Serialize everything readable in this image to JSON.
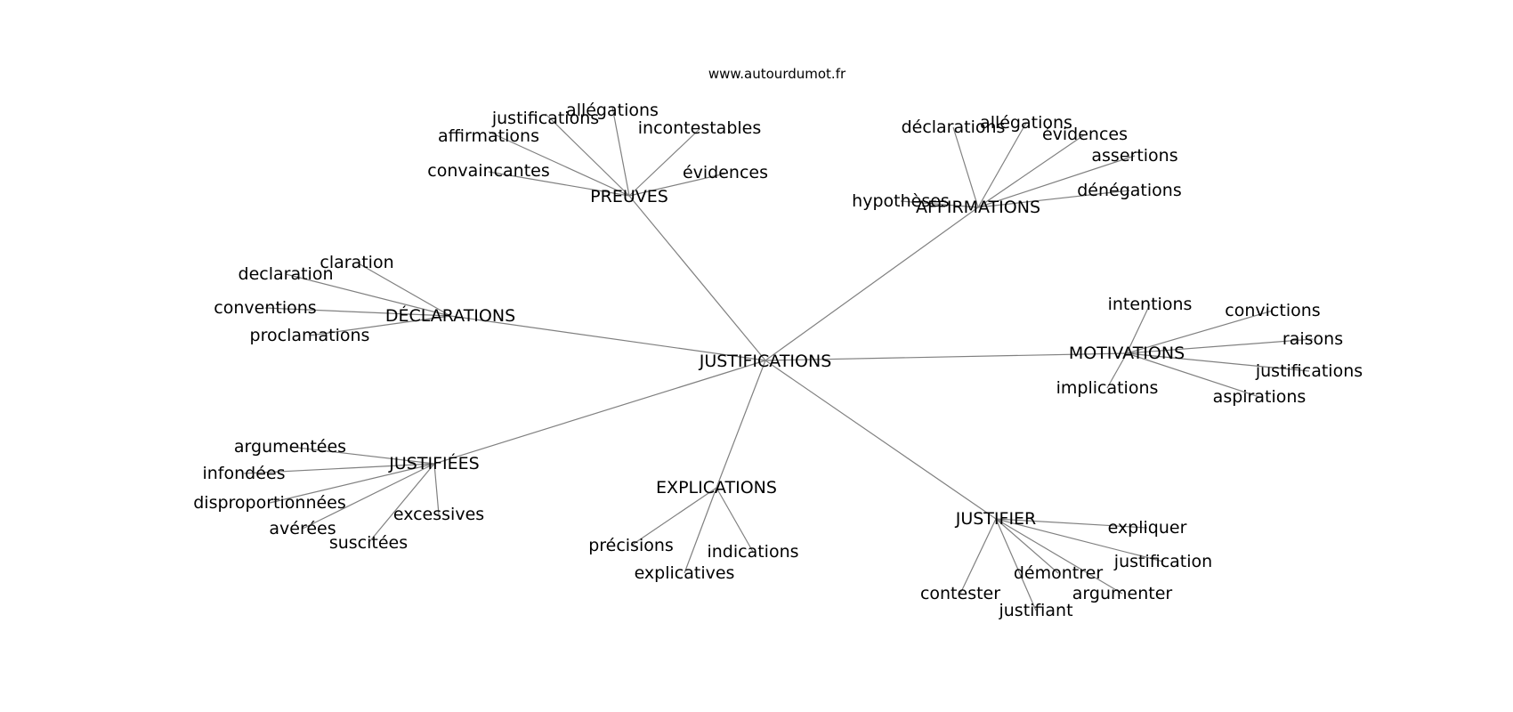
{
  "source": "www.autourdumot.fr",
  "center": "JUSTIFICATIONS",
  "clusters": [
    {
      "id": "preuves",
      "label": "PREUVES",
      "leaves": [
        "justifications",
        "allégations",
        "affirmations",
        "incontestables",
        "convaincantes",
        "évidences"
      ]
    },
    {
      "id": "affirmations",
      "label": "AFFIRMATIONS",
      "leaves": [
        "déclarations",
        "allégations",
        "évidences",
        "assertions",
        "dénégations",
        "hypothèses"
      ]
    },
    {
      "id": "declarations",
      "label": "DÉCLARATIONS",
      "leaves": [
        "claration",
        "declaration",
        "conventions",
        "proclamations"
      ]
    },
    {
      "id": "motivations",
      "label": "MOTIVATIONS",
      "leaves": [
        "intentions",
        "convictions",
        "raisons",
        "justifications",
        "aspirations",
        "implications"
      ]
    },
    {
      "id": "justifiees",
      "label": "JUSTIFIÉES",
      "leaves": [
        "argumentées",
        "infondées",
        "disproportionnées",
        "avérées",
        "suscitées",
        "excessives"
      ]
    },
    {
      "id": "explications",
      "label": "EXPLICATIONS",
      "leaves": [
        "précisions",
        "explicatives",
        "indications"
      ]
    },
    {
      "id": "justifier",
      "label": "JUSTIFIER",
      "leaves": [
        "expliquer",
        "justification",
        "démontrer",
        "argumenter",
        "justifiant",
        "contester"
      ]
    }
  ]
}
